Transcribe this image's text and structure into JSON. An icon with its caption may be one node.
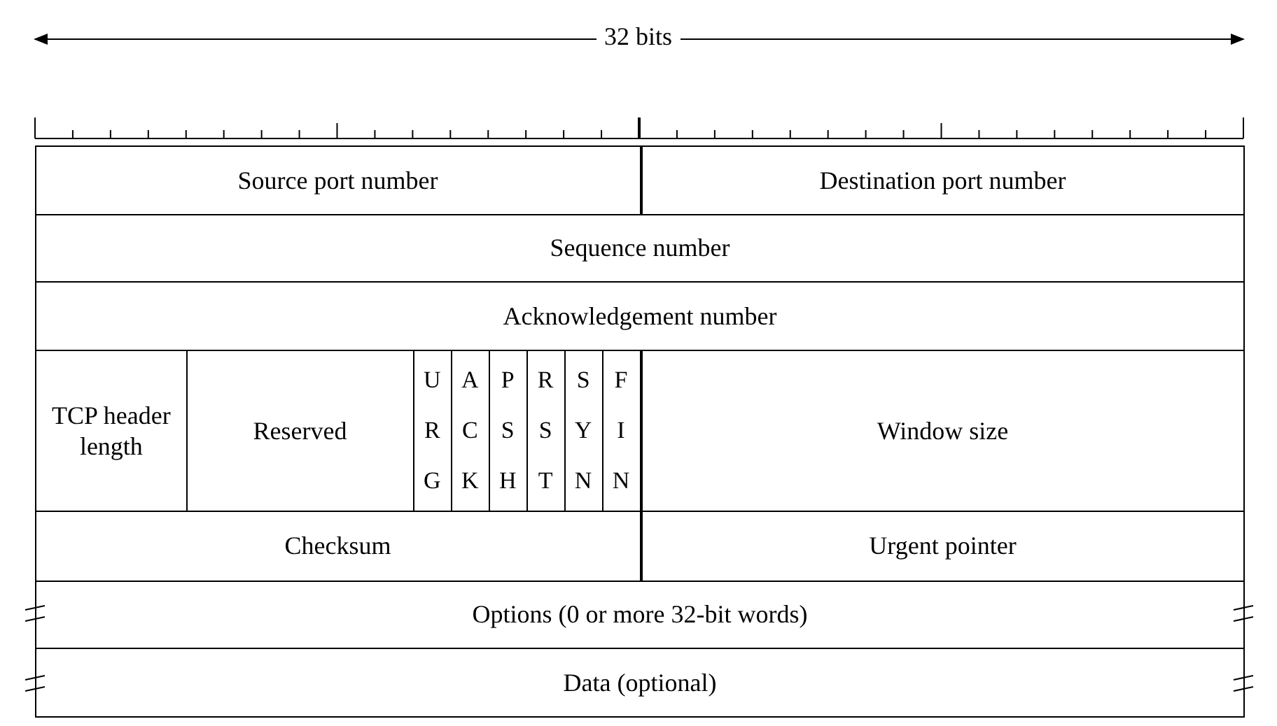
{
  "diagram": {
    "labels": [
      "32 bits",
      "Source port number",
      "Destination port number",
      "Sequence number",
      "Acknowledgement number",
      "TCP header length",
      "Reserved",
      "URG",
      "ACK",
      "PSH",
      "RST",
      "SYN",
      "FIN",
      "Window size",
      "Checksum",
      "Urgent pointer",
      "Options (0 or more 32-bit words)",
      "Data (optional)"
    ]
  }
}
